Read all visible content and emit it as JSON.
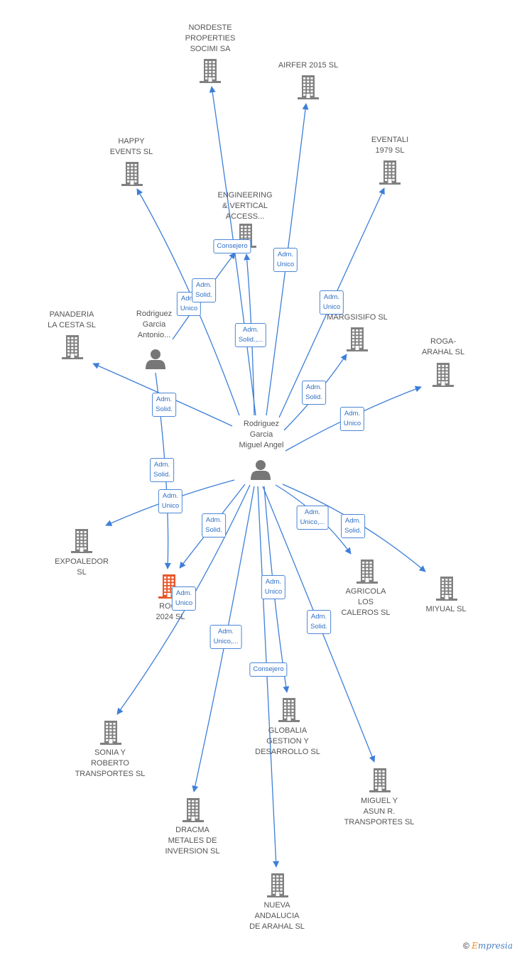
{
  "colors": {
    "edge": "#3d7fd9",
    "company": "#808080",
    "highlight": "#e8572a",
    "person": "#777777",
    "badge_border": "#4a86d6",
    "badge_text": "#2f6fc4",
    "label": "#555555"
  },
  "nodes": [
    {
      "id": "nordeste",
      "kind": "company",
      "label": "NORDESTE\nPROPERTIES\nSOCIMI SA"
    },
    {
      "id": "airfer",
      "kind": "company",
      "label": "AIRFER 2015  SL"
    },
    {
      "id": "happy",
      "kind": "company",
      "label": "HAPPY\nEVENTS  SL"
    },
    {
      "id": "eventali",
      "kind": "company",
      "label": "EVENTALI\n1979  SL"
    },
    {
      "id": "engineering",
      "kind": "company",
      "label": "ENGINEERING\n& VERTICAL\nACCESS..."
    },
    {
      "id": "panaderia",
      "kind": "company",
      "label": "PANADERIA\nLA CESTA  SL"
    },
    {
      "id": "antonio",
      "kind": "person",
      "label": "Rodriguez\nGarcia\nAntonio..."
    },
    {
      "id": "margsisifo",
      "kind": "company",
      "label": "MARGSISIFO  SL"
    },
    {
      "id": "roga",
      "kind": "company",
      "label": "ROGA-\nARAHAL SL"
    },
    {
      "id": "miguel",
      "kind": "person",
      "label": "Rodriguez\nGarcia\nMiguel Angel"
    },
    {
      "id": "expoaledor",
      "kind": "company",
      "label": "EXPOALEDOR\nSL"
    },
    {
      "id": "roca",
      "kind": "company-highlight",
      "label": "ROCA\n2024  SL"
    },
    {
      "id": "agricola",
      "kind": "company",
      "label": "AGRICOLA\nLOS\nCALEROS  SL"
    },
    {
      "id": "miyual",
      "kind": "company",
      "label": "MIYUAL  SL"
    },
    {
      "id": "sonia",
      "kind": "company",
      "label": "SONIA Y\nROBERTO\nTRANSPORTES SL"
    },
    {
      "id": "globalia",
      "kind": "company",
      "label": "GLOBALIA\nGESTION Y\nDESARROLLO SL"
    },
    {
      "id": "miguelyasun",
      "kind": "company",
      "label": "MIGUEL Y\nASUN R.\nTRANSPORTES SL"
    },
    {
      "id": "dracma",
      "kind": "company",
      "label": "DRACMA\nMETALES DE\nINVERSION  SL"
    },
    {
      "id": "nueva",
      "kind": "company",
      "label": "NUEVA\nANDALUCIA\nDE ARAHAL SL"
    }
  ],
  "edges": [
    {
      "from": "miguel",
      "to": "nordeste",
      "label": ""
    },
    {
      "from": "miguel",
      "to": "airfer",
      "label": "Adm.\nUnico"
    },
    {
      "from": "miguel",
      "to": "happy",
      "label": "Adm.\nUnico"
    },
    {
      "from": "miguel",
      "to": "eventali",
      "label": "Adm.\nUnico"
    },
    {
      "from": "miguel",
      "to": "engineering",
      "label": "Adm.\nSolid.,..."
    },
    {
      "from": "antonio",
      "to": "engineering",
      "label": "Consejero"
    },
    {
      "from": "miguel",
      "to": "margsisifo",
      "label": "Adm.\nSolid."
    },
    {
      "from": "miguel",
      "to": "roga",
      "label": "Adm.\nUnico"
    },
    {
      "from": "miguel",
      "to": "panaderia",
      "label": "Adm.\nSolid."
    },
    {
      "from": "antonio",
      "to": "roca",
      "label": "Adm.\nSolid."
    },
    {
      "from": "miguel",
      "to": "roca",
      "label": "Adm.\nSolid."
    },
    {
      "from": "miguel",
      "to": "expoaledor",
      "label": "Adm.\nUnico"
    },
    {
      "from": "miguel",
      "to": "agricola",
      "label": "Adm.\nUnico,..."
    },
    {
      "from": "miguel",
      "to": "miyual",
      "label": "Adm.\nSolid."
    },
    {
      "from": "miguel",
      "to": "sonia",
      "label": "Adm.\nUnico"
    },
    {
      "from": "miguel",
      "to": "globalia",
      "label": "Adm.\nUnico"
    },
    {
      "from": "miguel",
      "to": "miguelyasun",
      "label": "Adm.\nSolid."
    },
    {
      "from": "miguel",
      "to": "dracma",
      "label": "Adm.\nUnico,..."
    },
    {
      "from": "miguel",
      "to": "nueva",
      "label": "Consejero"
    }
  ],
  "extra_badges": [
    {
      "label": "Adm.\nSolid."
    }
  ],
  "footer": {
    "copyright": "©",
    "brand_initial": "E",
    "brand_rest": "mpresia"
  }
}
